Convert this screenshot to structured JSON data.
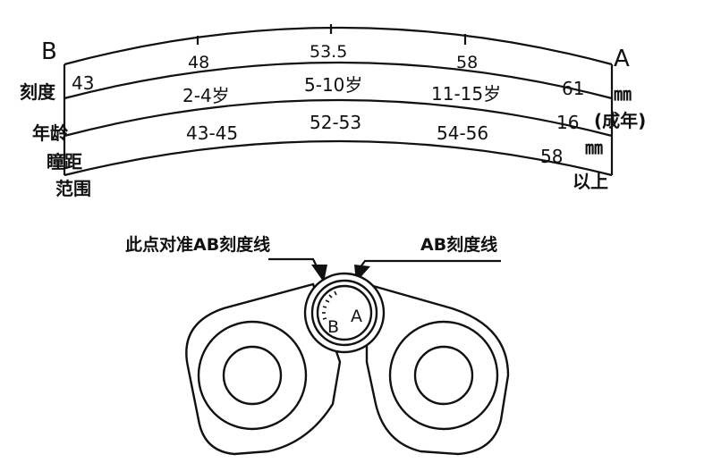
{
  "scale": {
    "end_b": "B",
    "end_a": "A",
    "ticks": [
      "48",
      "53.5",
      "58"
    ],
    "row1": {
      "left": "43",
      "right": "61"
    },
    "row2": [
      "2-4岁",
      "5-10岁",
      "11-15岁"
    ],
    "row2_right": "16",
    "row3": [
      "43-45",
      "52-53",
      "54-56"
    ],
    "row3_right": "58",
    "left_labels": [
      "刻度",
      "年龄",
      "瞳距",
      "范围"
    ],
    "right_labels": [
      "㎜",
      "(成年)",
      "㎜",
      "以上"
    ]
  },
  "binocular": {
    "callout_left": "此点对准AB刻度线",
    "callout_right": "AB刻度线",
    "dial_b": "B",
    "dial_a": "A"
  }
}
